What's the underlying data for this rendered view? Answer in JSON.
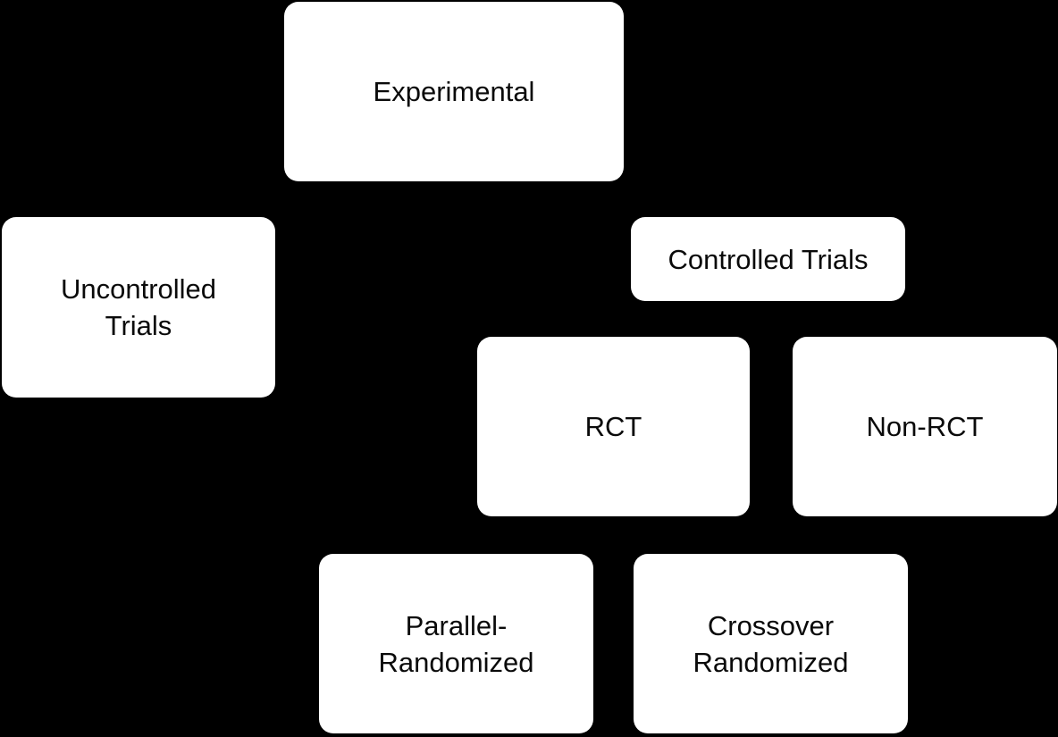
{
  "diagram": {
    "type": "hierarchy-tree",
    "colors": {
      "background": "#000000",
      "node_fill": "#ffffff",
      "node_text": "#0a0a0a"
    },
    "nodes": [
      {
        "id": "experimental",
        "label": "Experimental"
      },
      {
        "id": "uncontrolled-trials",
        "label": "Uncontrolled\nTrials"
      },
      {
        "id": "controlled-trials",
        "label": "Controlled Trials"
      },
      {
        "id": "rct",
        "label": "RCT"
      },
      {
        "id": "non-rct",
        "label": "Non-RCT"
      },
      {
        "id": "parallel-randomized",
        "label": "Parallel-\nRandomized"
      },
      {
        "id": "crossover-randomized",
        "label": "Crossover\nRandomized"
      }
    ]
  }
}
